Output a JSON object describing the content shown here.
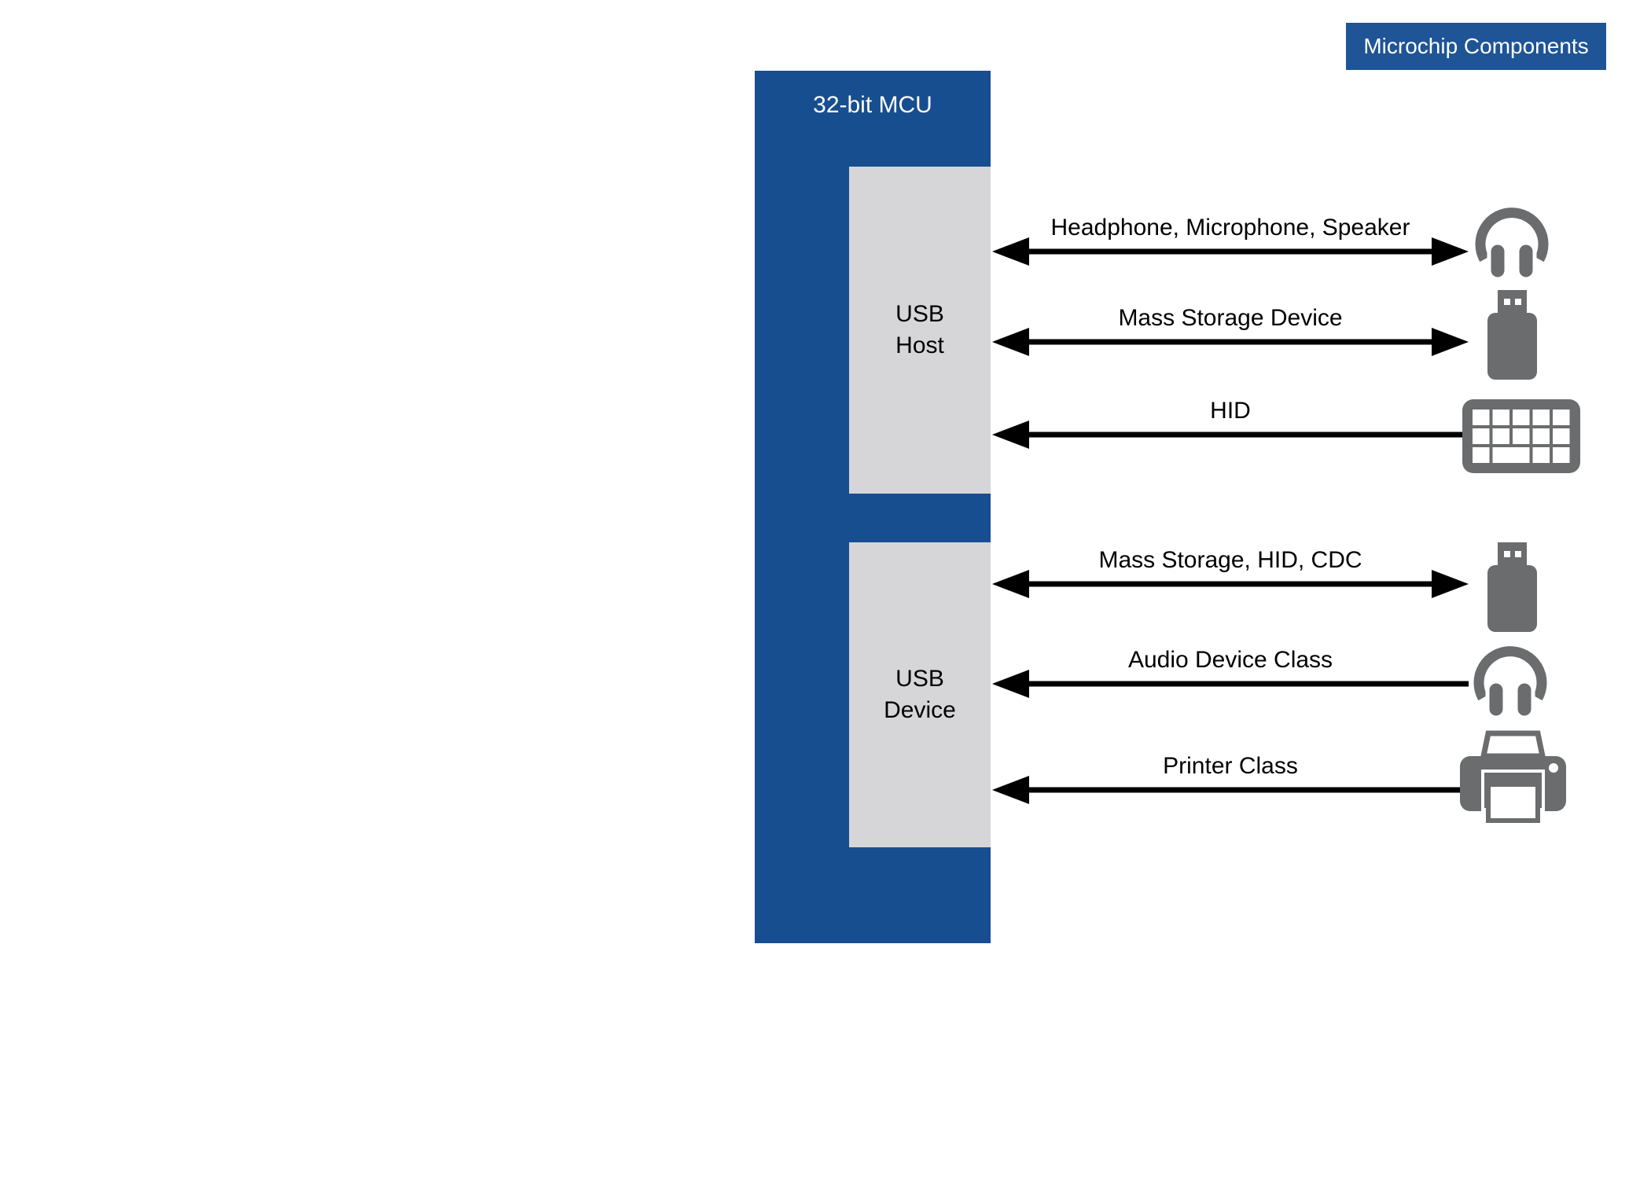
{
  "badge": {
    "label": "Microchip Components"
  },
  "mcu": {
    "title": "32-bit MCU",
    "host": {
      "line1": "USB",
      "line2": "Host"
    },
    "device": {
      "line1": "USB",
      "line2": "Device"
    }
  },
  "connections": {
    "host": [
      {
        "label": "Headphone, Microphone, Speaker",
        "icon": "headphones-icon",
        "arrow": "double"
      },
      {
        "label": "Mass Storage Device",
        "icon": "usb-flash-drive-icon",
        "arrow": "double"
      },
      {
        "label": "HID",
        "icon": "keyboard-icon",
        "arrow": "left"
      }
    ],
    "device": [
      {
        "label": "Mass Storage, HID, CDC",
        "icon": "usb-flash-drive-icon",
        "arrow": "double"
      },
      {
        "label": "Audio Device Class",
        "icon": "headphones-icon",
        "arrow": "left"
      },
      {
        "label": "Printer Class",
        "icon": "printer-icon",
        "arrow": "left"
      }
    ]
  },
  "colors": {
    "mcu_blue": "#174E8F",
    "badge_blue": "#1F5496",
    "box_gray": "#D6D6D8",
    "icon_gray": "#6B6C6E",
    "arrow_black": "#000000",
    "background": "#FFFFFF"
  }
}
